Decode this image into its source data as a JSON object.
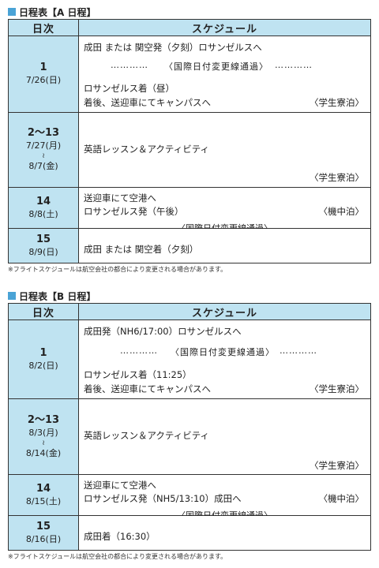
{
  "a": {
    "title": "日程表【A 日程】",
    "header_day": "日次",
    "header_schedule": "スケジュール",
    "rows": [
      {
        "num": "1",
        "date": "7/26(日)",
        "l1": "成田 または 関空発（夕刻）ロサンゼルスへ",
        "idl": "〈国際日付変更線通過〉",
        "l3": "ロサンゼルス着（昼）",
        "l4": "着後、送迎車にてキャンパスへ",
        "stay": "〈学生寮泊〉"
      },
      {
        "num": "2〜13",
        "date_from": "7/27(月)",
        "tilde": "≀",
        "date_to": "8/7(金)",
        "l1": "英語レッスン＆アクティビティ",
        "stay": "〈学生寮泊〉"
      },
      {
        "num": "14",
        "date": "8/8(土)",
        "l1": "送迎車にて空港へ",
        "l2": "ロサンゼルス発（午後）",
        "stay": "〈機中泊〉"
      },
      {
        "num": "15",
        "date": "8/9(日)",
        "idl": "〈国際日付変更線通過〉",
        "l1": "成田 または 関空着（夕刻）"
      }
    ],
    "note": "※フライトスケジュールは航空会社の都合により変更される場合があります。"
  },
  "b": {
    "title": "日程表【B 日程】",
    "header_day": "日次",
    "header_schedule": "スケジュール",
    "rows": [
      {
        "num": "1",
        "date": "8/2(日)",
        "l1": "成田発（NH6/17:00）ロサンゼルスへ",
        "idl": "〈国際日付変更線通過〉",
        "l3": "ロサンゼルス着（11:25）",
        "l4": "着後、送迎車にてキャンパスへ",
        "stay": "〈学生寮泊〉"
      },
      {
        "num": "2〜13",
        "date_from": "8/3(月)",
        "tilde": "≀",
        "date_to": "8/14(金)",
        "l1": "英語レッスン＆アクティビティ",
        "stay": "〈学生寮泊〉"
      },
      {
        "num": "14",
        "date": "8/15(土)",
        "l1": "送迎車にて空港へ",
        "l2": "ロサンゼルス発（NH5/13:10）成田へ",
        "stay": "〈機中泊〉"
      },
      {
        "num": "15",
        "date": "8/16(日)",
        "idl": "〈国際日付変更線通過〉",
        "l1": "成田着（16:30）"
      }
    ],
    "note": "※フライトスケジュールは航空会社の都合により変更される場合があります。"
  }
}
